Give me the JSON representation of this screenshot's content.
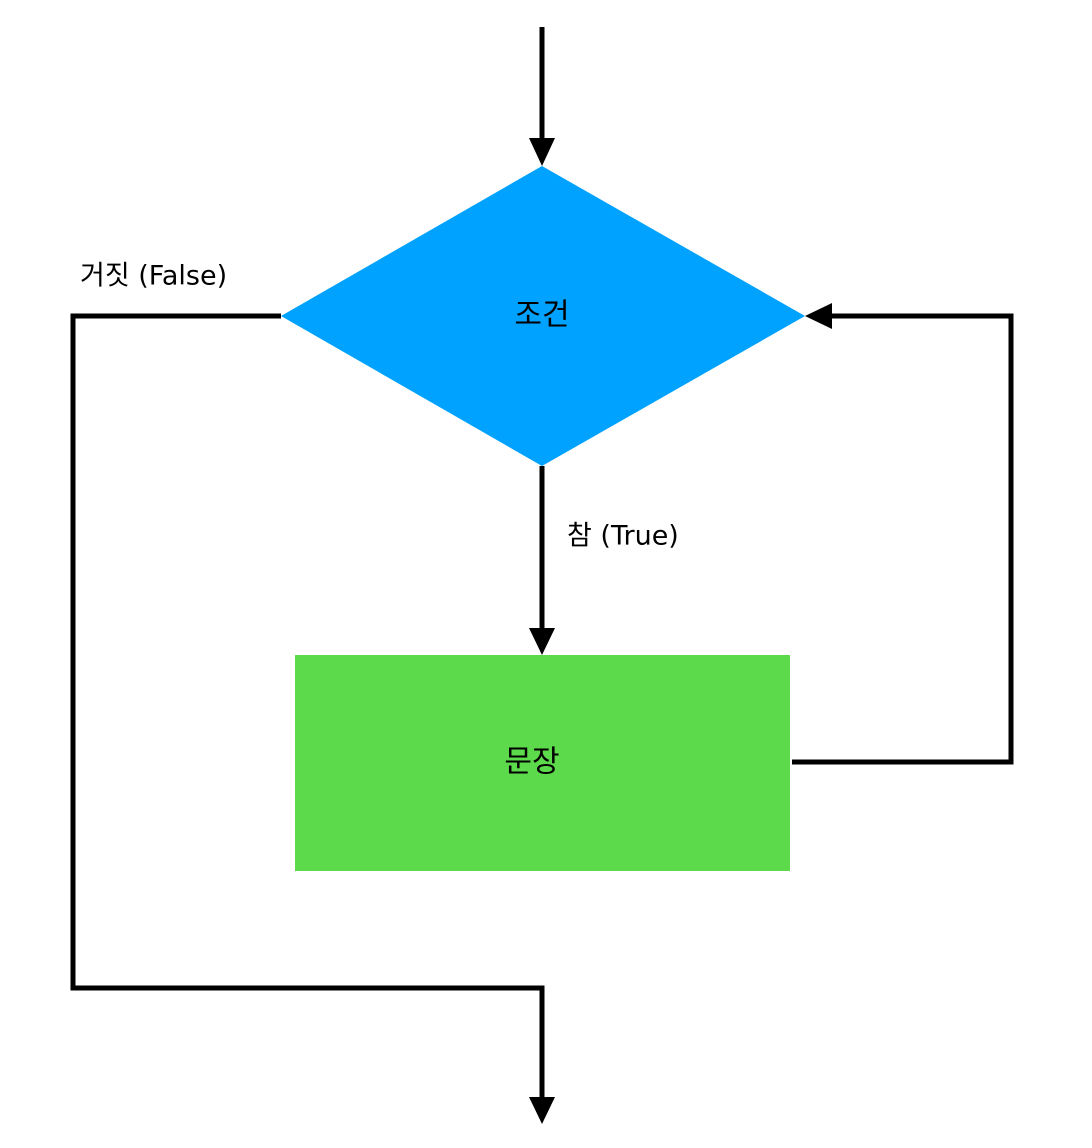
{
  "nodes": {
    "condition": {
      "label": "조건",
      "color": "#00A2FF"
    },
    "statement": {
      "label": "문장",
      "color": "#5DDA4B"
    }
  },
  "edges": {
    "true_label": "참 (True)",
    "false_label": "거짓 (False)",
    "color": "#000000"
  }
}
